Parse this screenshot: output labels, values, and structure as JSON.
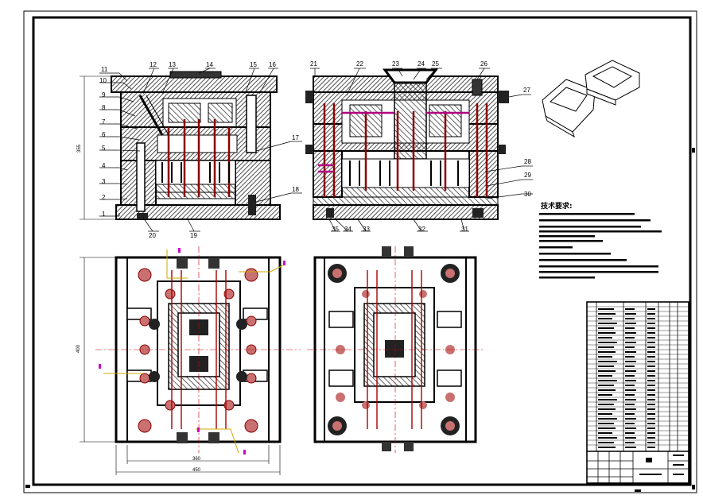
{
  "part_labels_left": [
    "1",
    "2",
    "3",
    "4",
    "5",
    "6",
    "7",
    "8",
    "9",
    "10",
    "11",
    "12",
    "13",
    "14",
    "15",
    "16",
    "17",
    "18",
    "19",
    "20"
  ],
  "part_labels_right": [
    "21",
    "22",
    "23",
    "24",
    "25",
    "26",
    "27",
    "28",
    "29",
    "30",
    "31",
    "32",
    "33",
    "34",
    "35"
  ],
  "dimensions": {
    "left_height": "355",
    "plan_height": "400",
    "plan_width_inner": "360",
    "plan_width_outer": "450"
  },
  "tech_requirements_heading": "技术要求:",
  "colors": {
    "line": "#000000",
    "hatch": "#222222",
    "pin": "#8b0000",
    "center": "#cc0000",
    "dim_magenta": "#cc00cc",
    "runner_yellow": "#ccaa00"
  }
}
